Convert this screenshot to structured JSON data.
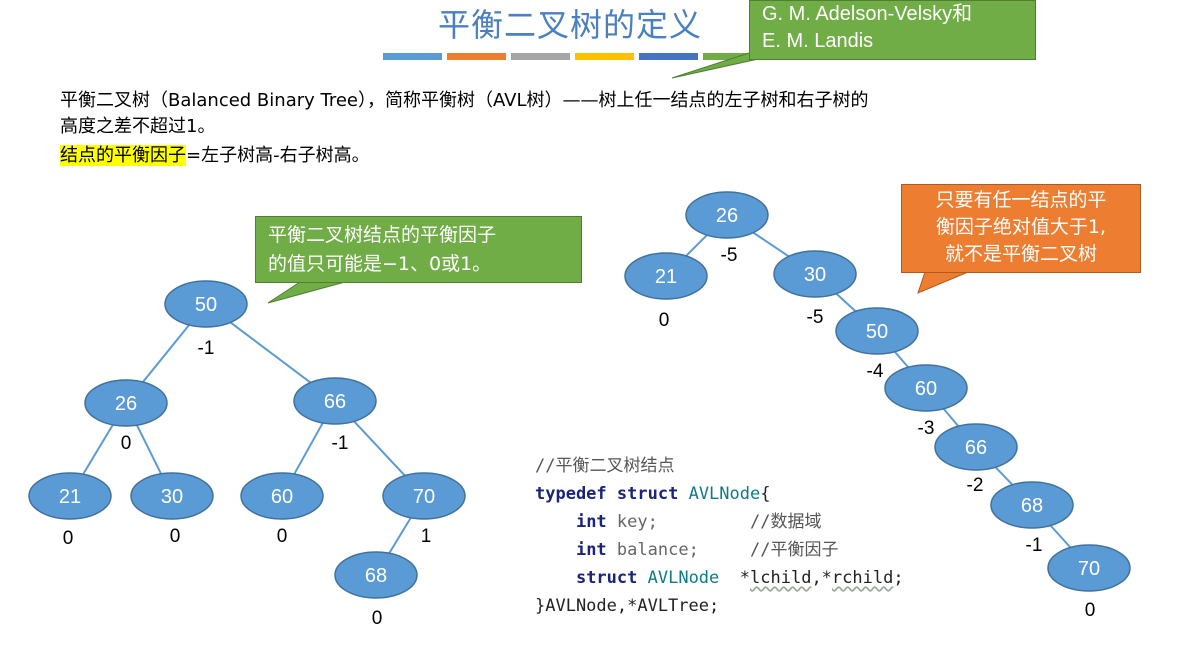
{
  "title": "平衡二叉树的定义",
  "colorbar": [
    "#5b9bd5",
    "#ed7d31",
    "#a5a5a5",
    "#ffc000",
    "#4472c4",
    "#70ad47"
  ],
  "authors_callout": {
    "line1": "G. M. Adelson-Velsky和",
    "line2": "E. M. Landis"
  },
  "definition": {
    "line1": "平衡二叉树（Balanced Binary Tree），简称平衡树（AVL树）——树上任一结点的左子树和右子树的",
    "line2": "高度之差不超过1。",
    "highlight": "结点的平衡因子",
    "rest": "=左子树高-右子树高。"
  },
  "callout_values": {
    "line1": "平衡二叉树结点的平衡因子",
    "line2": "的值只可能是−1、0或1。"
  },
  "callout_unbalanced": {
    "line1": "只要有任一结点的平",
    "line2": "衡因子绝对值大于1,",
    "line3": "就不是平衡二叉树"
  },
  "colors": {
    "node_fill": "#5b9bd5",
    "node_stroke": "#41719c",
    "edge": "#5b9bd5",
    "green_callout": "#70ad47",
    "orange_callout": "#ed7d31"
  },
  "balanced_tree": {
    "nodes": [
      {
        "id": "n50",
        "key": "50",
        "bf": "-1"
      },
      {
        "id": "n26",
        "key": "26",
        "bf": "0"
      },
      {
        "id": "n66",
        "key": "66",
        "bf": "-1"
      },
      {
        "id": "n21",
        "key": "21",
        "bf": "0"
      },
      {
        "id": "n30",
        "key": "30",
        "bf": "0"
      },
      {
        "id": "n60",
        "key": "60",
        "bf": "0"
      },
      {
        "id": "n70",
        "key": "70",
        "bf": "1"
      },
      {
        "id": "n68",
        "key": "68",
        "bf": "0"
      }
    ],
    "edges": [
      [
        "n50",
        "n26"
      ],
      [
        "n50",
        "n66"
      ],
      [
        "n26",
        "n21"
      ],
      [
        "n26",
        "n30"
      ],
      [
        "n66",
        "n60"
      ],
      [
        "n66",
        "n70"
      ],
      [
        "n70",
        "n68"
      ]
    ]
  },
  "unbalanced_tree": {
    "nodes": [
      {
        "id": "u26",
        "key": "26",
        "bf": "-5"
      },
      {
        "id": "u21",
        "key": "21",
        "bf": "0"
      },
      {
        "id": "u30",
        "key": "30",
        "bf": "-5"
      },
      {
        "id": "u50",
        "key": "50",
        "bf": "-4"
      },
      {
        "id": "u60",
        "key": "60",
        "bf": "-3"
      },
      {
        "id": "u66",
        "key": "66",
        "bf": "-2"
      },
      {
        "id": "u68",
        "key": "68",
        "bf": "-1"
      },
      {
        "id": "u70",
        "key": "70",
        "bf": "0"
      }
    ],
    "edges": [
      [
        "u26",
        "u21"
      ],
      [
        "u26",
        "u30"
      ],
      [
        "u30",
        "u50"
      ],
      [
        "u50",
        "u60"
      ],
      [
        "u60",
        "u66"
      ],
      [
        "u66",
        "u68"
      ],
      [
        "u68",
        "u70"
      ]
    ]
  },
  "code": {
    "comment_title": "//平衡二叉树结点",
    "kw_typedef": "typedef",
    "kw_struct": "struct",
    "type_name": "AVLNode",
    "brace_open": "{",
    "kw_int": "int",
    "field_key": "key;",
    "comment_key": "//数据域",
    "field_balance": "balance;",
    "comment_balance": "//平衡因子",
    "field_children_a": "*",
    "field_lchild": "lchild",
    "field_sep": ",*",
    "field_rchild": "rchild",
    "field_end": ";",
    "closing": "}AVLNode,*AVLTree;"
  }
}
